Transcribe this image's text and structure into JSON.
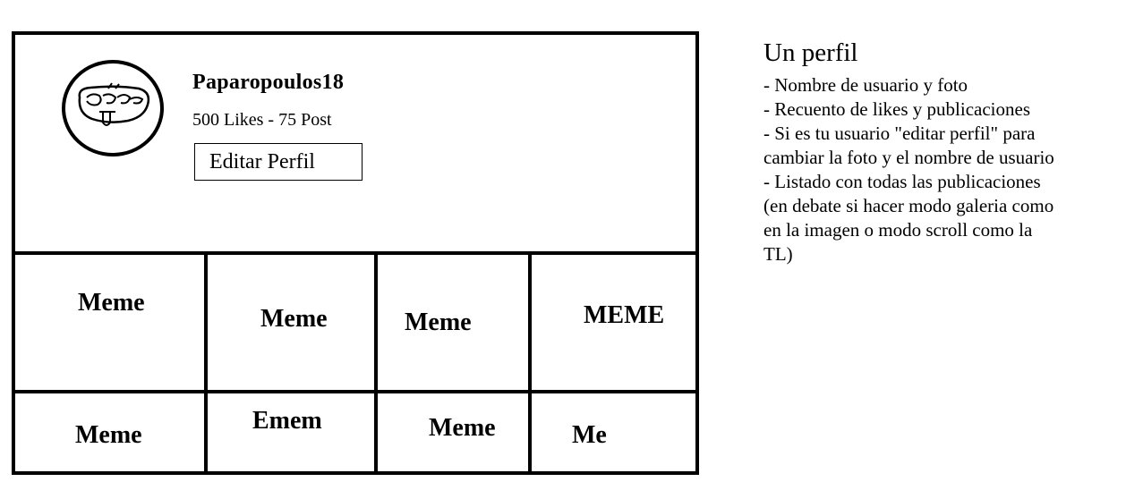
{
  "profile": {
    "username": "Paparopoulos18",
    "stats": "500 Likes - 75 Post",
    "edit_button": "Editar Perfil",
    "avatar_icon": "doodle-face-icon"
  },
  "posts": [
    {
      "label": "Meme"
    },
    {
      "label": "Meme"
    },
    {
      "label": "Meme"
    },
    {
      "label": "MEME"
    },
    {
      "label": "Meme"
    },
    {
      "label": "Emem"
    },
    {
      "label": "Meme"
    },
    {
      "label": "Me"
    }
  ],
  "notes": {
    "title": "Un perfil",
    "lines": [
      "- Nombre de usuario y foto",
      "- Recuento de likes y publicaciones",
      "- Si es tu usuario \"editar perfil\" para",
      "cambiar la foto y el nombre de usuario",
      "- Listado con todas las publicaciones",
      "(en debate si hacer modo galeria como",
      "en la imagen o modo scroll como la",
      "TL)"
    ]
  }
}
